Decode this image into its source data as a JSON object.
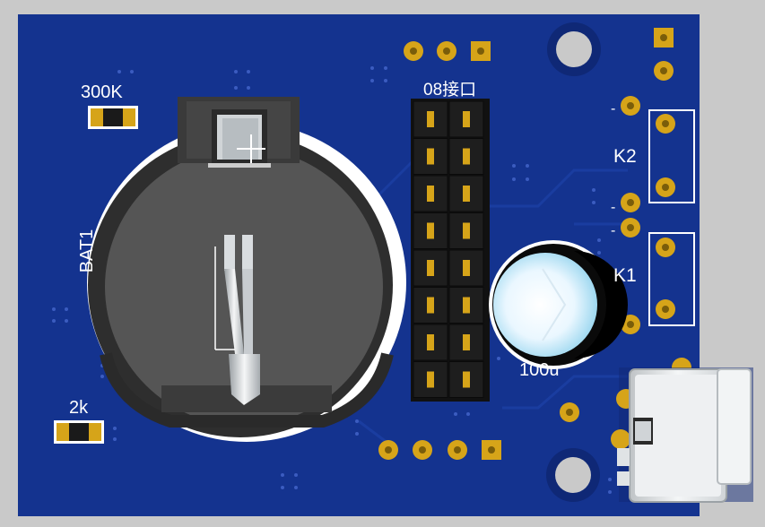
{
  "board": {
    "labels": {
      "r_top": "300K",
      "r_bottom": "2k",
      "battery": "BAT1",
      "header": "08接口",
      "k2": "K2",
      "k1": "K1",
      "cap": "100u",
      "minus_k2": "-",
      "minus_k2b": "-",
      "minus_k1": "-"
    },
    "colors": {
      "pcb": "#14338f",
      "pcb_dark": "#0f2876",
      "gold": "#d6a419",
      "header_body": "#1b1b1b",
      "holder": "#4e4e4e",
      "silk": "#ffffff"
    }
  }
}
